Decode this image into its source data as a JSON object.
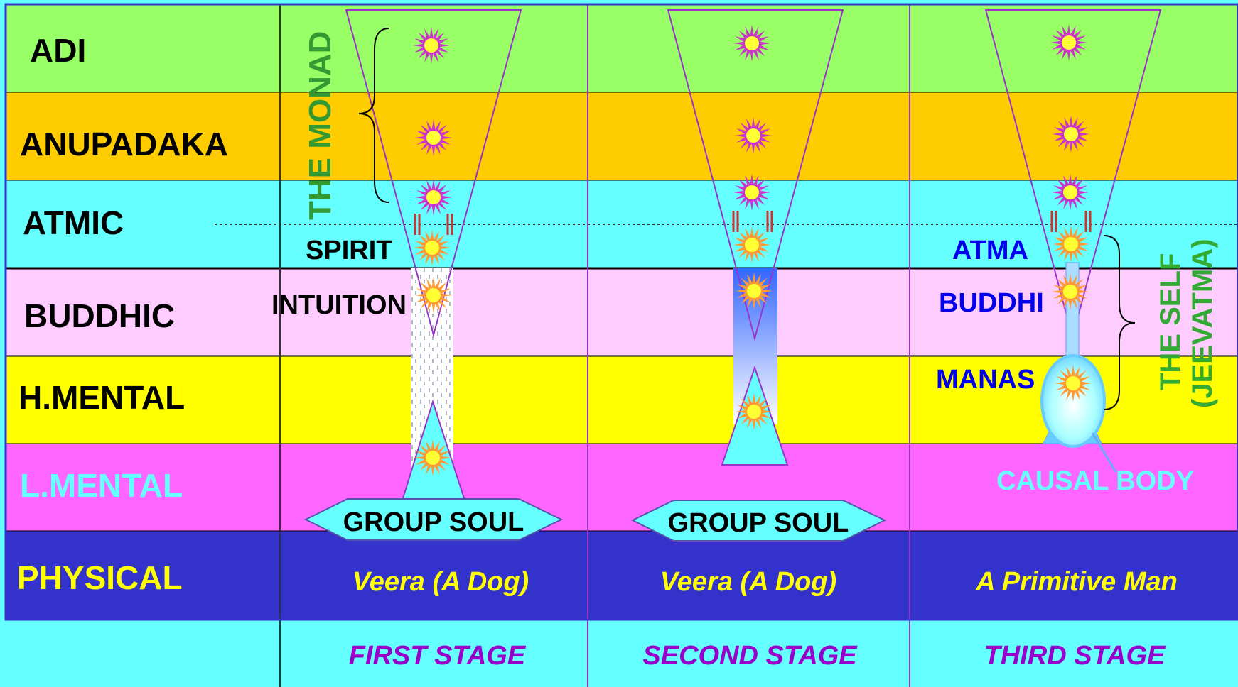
{
  "planes": [
    {
      "label": "ADI",
      "color": "#99ff66",
      "text_color": "#000000"
    },
    {
      "label": "ANUPADAKA",
      "color": "#ffcc00",
      "text_color": "#000000"
    },
    {
      "label": "ATMIC",
      "color": "#66ffff",
      "text_color": "#000000"
    },
    {
      "label": "BUDDHIC",
      "color": "#ffccff",
      "text_color": "#000000"
    },
    {
      "label": "H.MENTAL",
      "color": "#ffff00",
      "text_color": "#000000"
    },
    {
      "label": "L.MENTAL",
      "color": "#ff66ff",
      "text_color": "#66ffff"
    },
    {
      "label": "PHYSICAL",
      "color": "#3333cc",
      "text_color": "#ffff00"
    }
  ],
  "stages": [
    {
      "beings": "Veera (A Dog)",
      "stage_label": "FIRST  STAGE"
    },
    {
      "beings": "Veera (A Dog)",
      "stage_label": "SECOND  STAGE"
    },
    {
      "beings": "A Primitive Man",
      "stage_label": "THIRD  STAGE"
    }
  ],
  "labels": {
    "monad": "THE  MONAD",
    "spirit": "SPIRIT",
    "intuition": "INTUITION",
    "group_soul": "GROUP SOUL",
    "atma": "ATMA",
    "buddhi": "BUDDHI",
    "manas": "MANAS",
    "self_line1": "THE  SELF",
    "self_line2": "(JEEVATMA)",
    "causal_body": "CAUSAL  BODY"
  },
  "colors": {
    "bottom_row": "#66ffff",
    "triangle_stroke": "#9933cc",
    "monad_star": "#cc33cc",
    "spirit_star": "#ff9933",
    "star_core": "#ffff33",
    "stage_text": "#9900cc",
    "physical_text": "#ffff00",
    "name_blue": "#0000ee",
    "self_green": "#33aa33",
    "monad_green": "#339933",
    "group_soul_fill": "#66ffff",
    "link_red": "#cc3333"
  }
}
